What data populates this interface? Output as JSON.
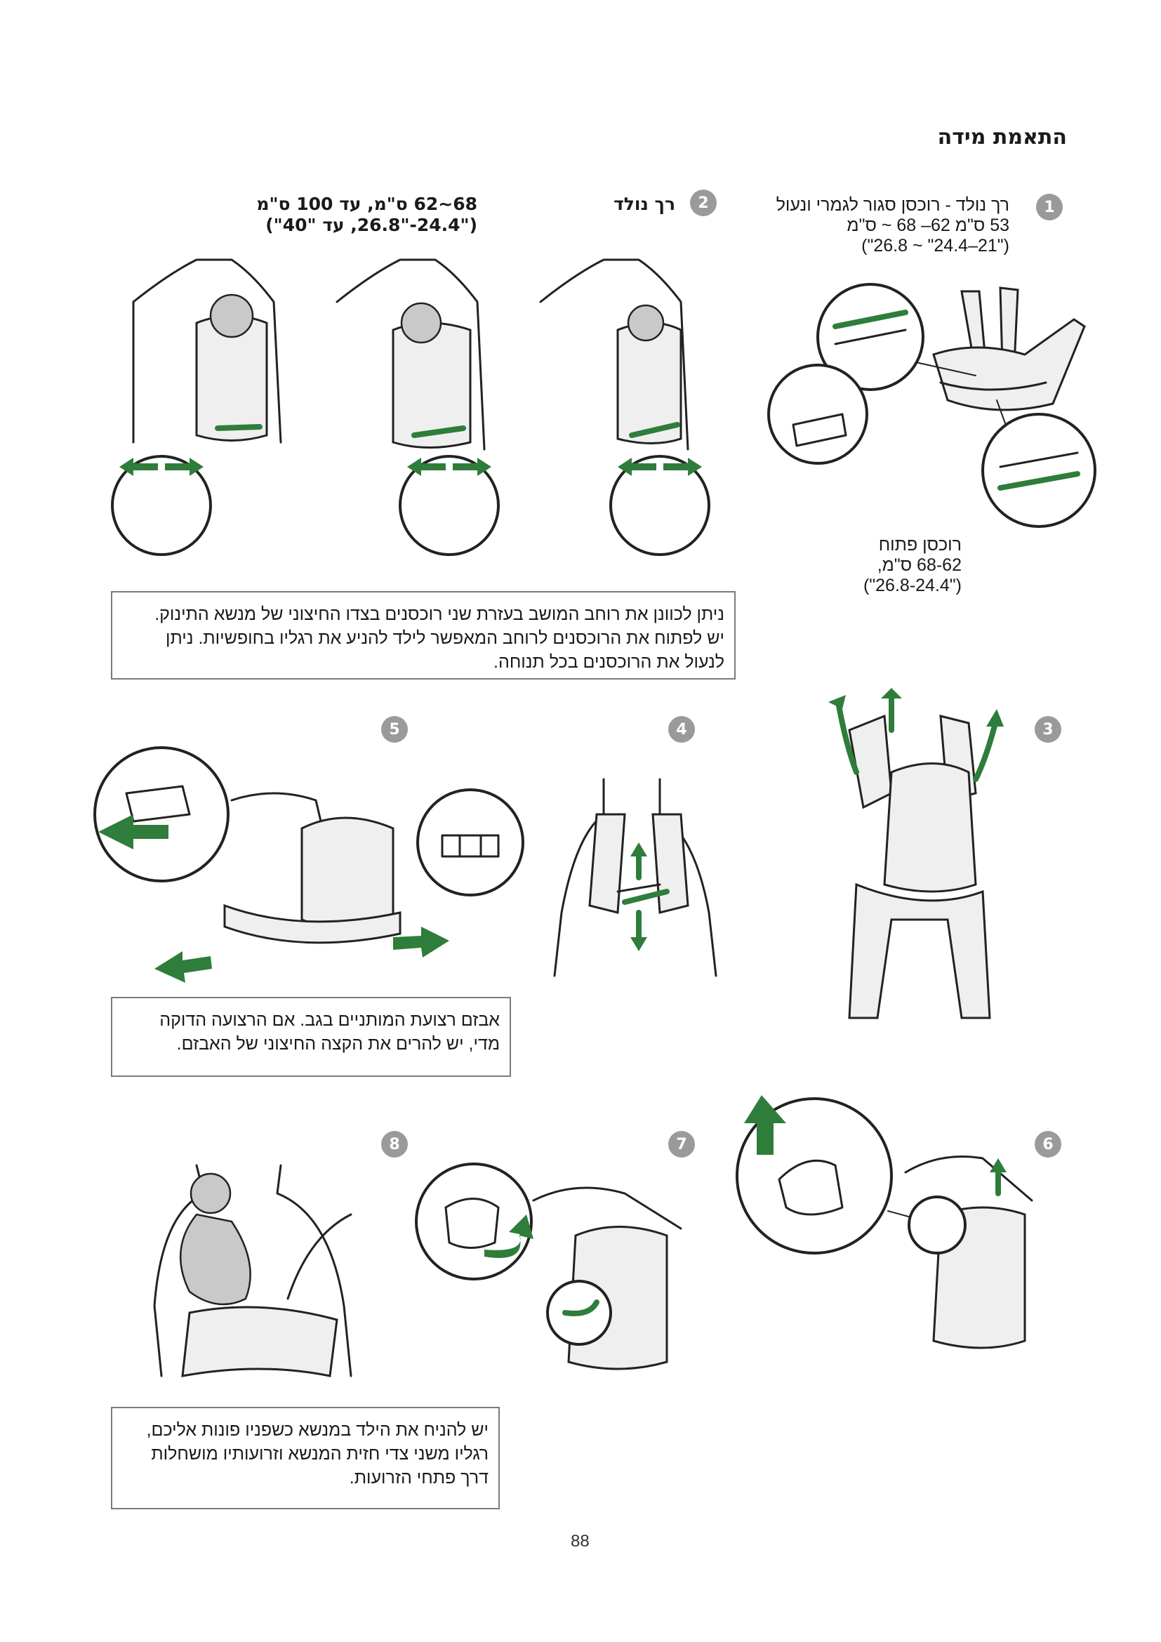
{
  "header": {
    "title": "התאמת מידה"
  },
  "steps": {
    "s1": {
      "badge": "1",
      "lines": [
        "רך נולד - רוכסן סגור לגמרי ונעול",
        "53 ס\"מ 62– 68 ~ ס\"מ",
        "(\"21–24.4\" ~ 26.8\")"
      ],
      "sub_lines": [
        "רוכסן פתוח",
        "68-62 ס\"מ,",
        "(\"26.8-24.4\")"
      ]
    },
    "s2": {
      "badge": "2",
      "title": "רך נולד",
      "size_lines": [
        "68~62 ס\"מ, עד 100 ס\"מ",
        "(\"24.4-\"26.8, עד \"40\")"
      ]
    },
    "box1": [
      "ניתן לכוונן את רוחב המושב בעזרת שני רוכסנים בצדו החיצוני של מנשא התינוק.",
      "יש לפתוח את הרוכסנים לרוחב המאפשר לילד להניע את רגליו בחופשיות. ניתן",
      "לנעול את הרוכסנים בכל תנוחה."
    ],
    "s3": {
      "badge": "3"
    },
    "s4": {
      "badge": "4"
    },
    "s5": {
      "badge": "5"
    },
    "box2": [
      "אבזם רצועת המותניים בגב. אם הרצועה הדוקה",
      "מדי, יש להרים את הקצה החיצוני של האבזם."
    ],
    "s6": {
      "badge": "6"
    },
    "s7": {
      "badge": "7"
    },
    "s8": {
      "badge": "8"
    },
    "box3": [
      "יש להניח את הילד במנשא כשפניו פונות אליכם,",
      "רגליו משני צדי חזית המנשא וזרועותיו מושחלות",
      "דרך פתחי הזרועות."
    ]
  },
  "footer": {
    "page_number": "88"
  },
  "colors": {
    "accent_green": "#2e7d3b",
    "badge_gray": "#9a9a9a"
  },
  "icons": [
    "zipper-icon",
    "arrow-icon",
    "buckle-icon"
  ]
}
